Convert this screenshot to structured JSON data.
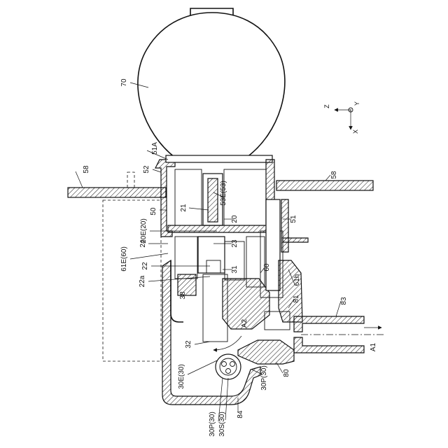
{
  "labels": {
    "l70": "70",
    "l58a": "58",
    "l58b": "58",
    "l51A": "51A",
    "l52": "52",
    "l50": "50",
    "l21": "21",
    "l53E": "53E(53)",
    "l20E": "20E(20)",
    "l20": "20",
    "l51": "51",
    "l24": "24",
    "l23": "23",
    "l61E": "61E(60)",
    "l22": "22",
    "l31": "31",
    "l60": "60",
    "l22a": "22a",
    "l61h": "61h",
    "l38": "38",
    "l81": "81",
    "l83": "83",
    "lA2": "A2",
    "l32": "32",
    "lA1": "A1",
    "l30E": "30E(30)",
    "l80": "80",
    "l30Pb": "30P(30)",
    "l84": "84",
    "l30Pa": "30P(30)",
    "l30S": "30S(30)"
  },
  "axes": {
    "z": "Z",
    "y": "Y",
    "x": "X"
  }
}
